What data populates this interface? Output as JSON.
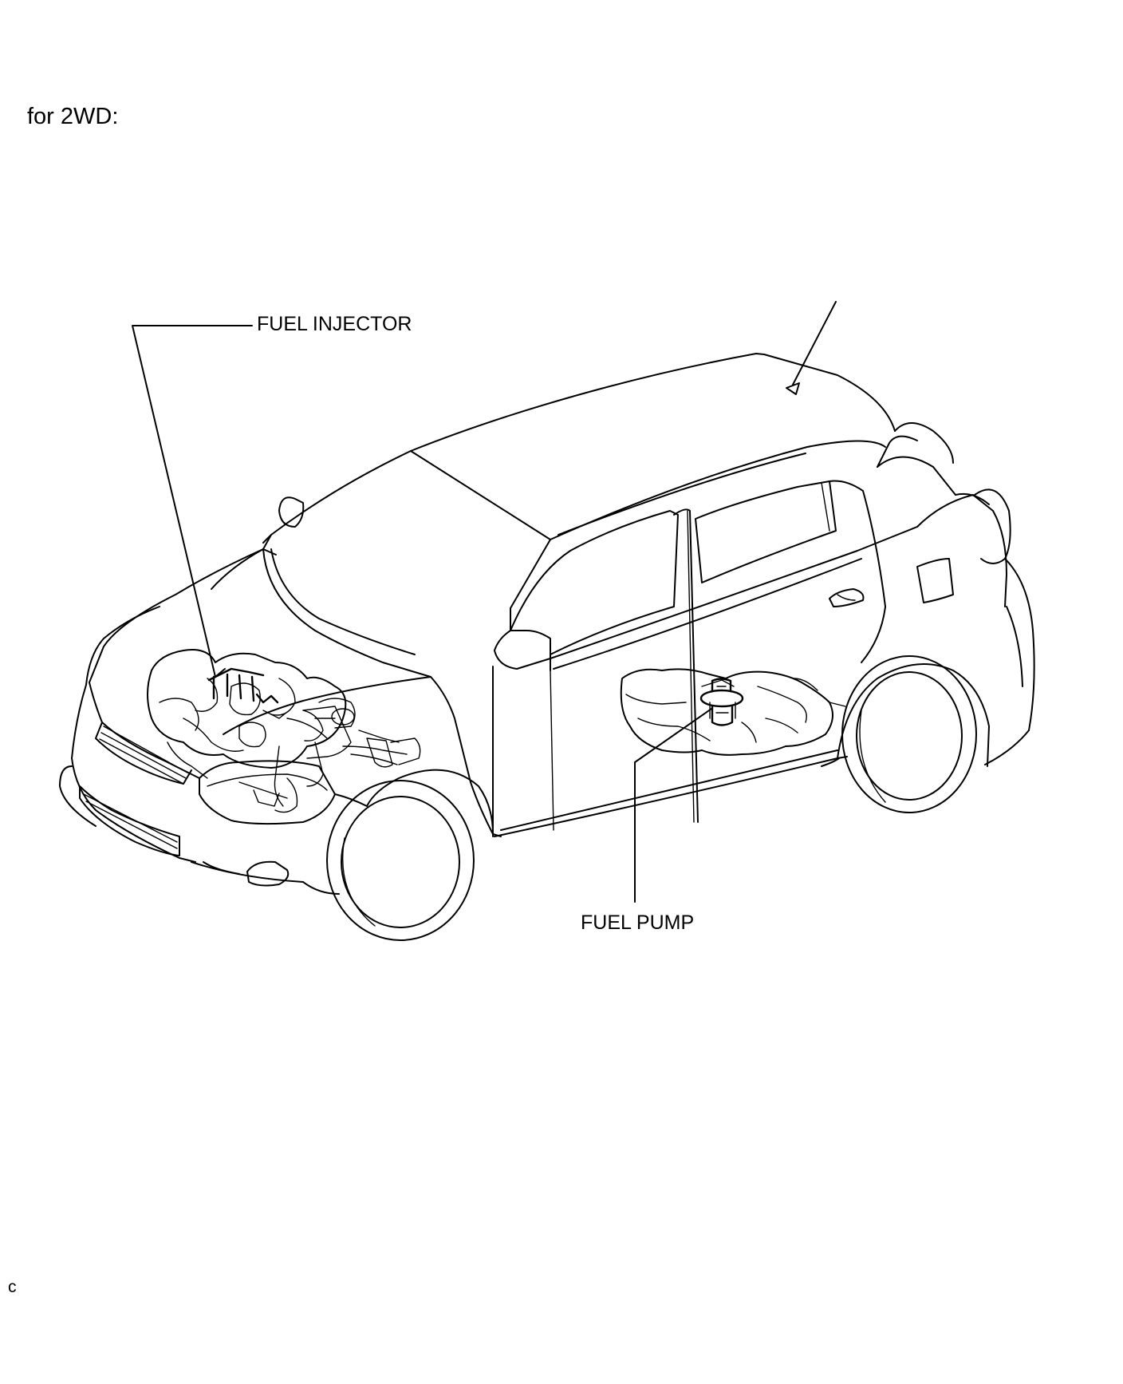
{
  "heading": "for 2WD:",
  "callouts": {
    "fuel_injector": "FUEL INJECTOR",
    "fuel_pump": "FUEL PUMP"
  },
  "corner_code": "c",
  "colors": {
    "line": "#000000",
    "background": "#ffffff"
  }
}
